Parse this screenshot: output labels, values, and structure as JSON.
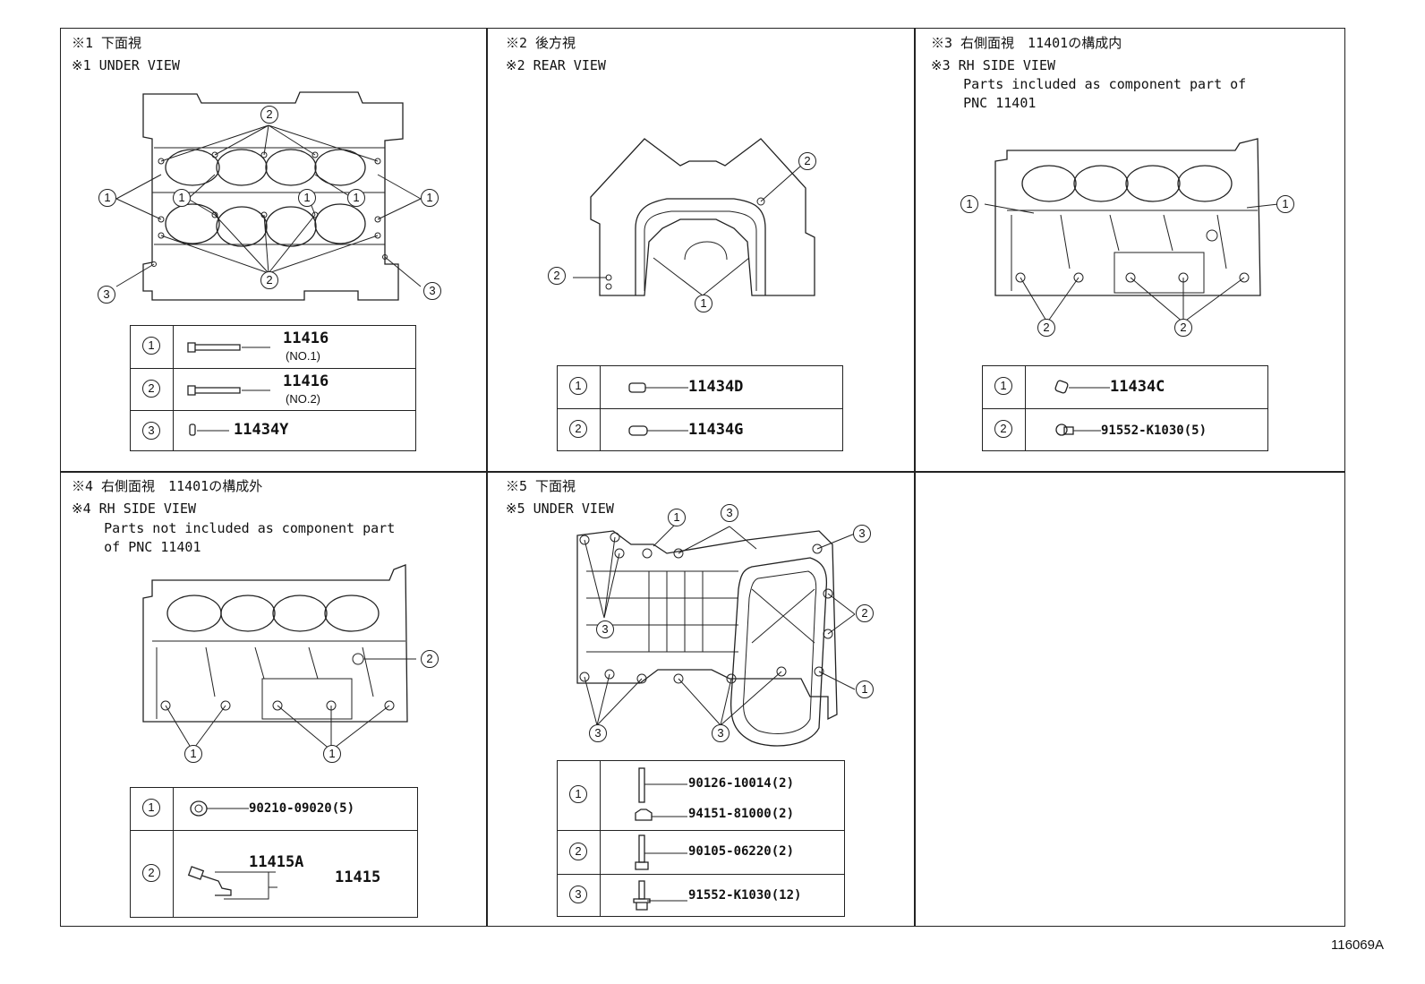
{
  "drawing_code": "116069A",
  "panels": [
    {
      "jp": "※1 下面視",
      "en": "※1 UNDER VIEW",
      "extra": [],
      "legend": [
        {
          "n": "1",
          "pn": "11416",
          "sub": "(NO.1)"
        },
        {
          "n": "2",
          "pn": "11416",
          "sub": "(NO.2)"
        },
        {
          "n": "3",
          "pn": "11434Y",
          "sub": ""
        }
      ]
    },
    {
      "jp": "※2 後方視",
      "en": "※2 REAR VIEW",
      "extra": [],
      "legend": [
        {
          "n": "1",
          "pn": "11434D",
          "sub": ""
        },
        {
          "n": "2",
          "pn": "11434G",
          "sub": ""
        }
      ]
    },
    {
      "jp": "※3 右側面視　11401の構成内",
      "en": "※3 RH SIDE VIEW",
      "extra": [
        "    Parts included as component part of",
        "    PNC 11401"
      ],
      "legend": [
        {
          "n": "1",
          "pn": "11434C",
          "sub": ""
        },
        {
          "n": "2",
          "pn": "91552-K1030(5)",
          "sub": ""
        }
      ]
    },
    {
      "jp": "※4 右側面視　11401の構成外",
      "en": "※4 RH SIDE VIEW",
      "extra": [
        "    Parts not included as component part",
        "    of PNC 11401"
      ],
      "legend": [
        {
          "n": "1",
          "pn": "90210-09020(5)",
          "sub": ""
        },
        {
          "n": "2",
          "pn": "11415A",
          "pn2": "11415",
          "sub": ""
        }
      ]
    },
    {
      "jp": "※5 下面視",
      "en": "※5 UNDER VIEW",
      "extra": [],
      "legend": [
        {
          "n": "1",
          "pn": "90126-10014(2)",
          "pn2": "94151-81000(2)",
          "sub": ""
        },
        {
          "n": "2",
          "pn": "90105-06220(2)",
          "sub": ""
        },
        {
          "n": "3",
          "pn": "91552-K1030(12)",
          "sub": ""
        }
      ]
    }
  ],
  "callouts": [
    "1",
    "2",
    "3"
  ]
}
